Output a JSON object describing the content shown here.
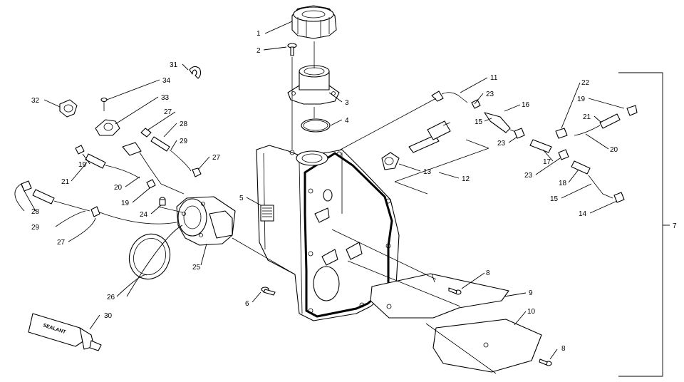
{
  "callouts": [
    "1",
    "2",
    "3",
    "4",
    "5",
    "6",
    "7",
    "8",
    "8",
    "9",
    "10",
    "11",
    "12",
    "13",
    "14",
    "15",
    "15",
    "16",
    "17",
    "18",
    "19",
    "19",
    "19",
    "20",
    "20",
    "21",
    "21",
    "22",
    "23",
    "23",
    "23",
    "24",
    "25",
    "26",
    "27",
    "27",
    "27",
    "28",
    "28",
    "29",
    "29",
    "30",
    "31",
    "32",
    "33",
    "34"
  ],
  "tube_text": "SEALANT"
}
